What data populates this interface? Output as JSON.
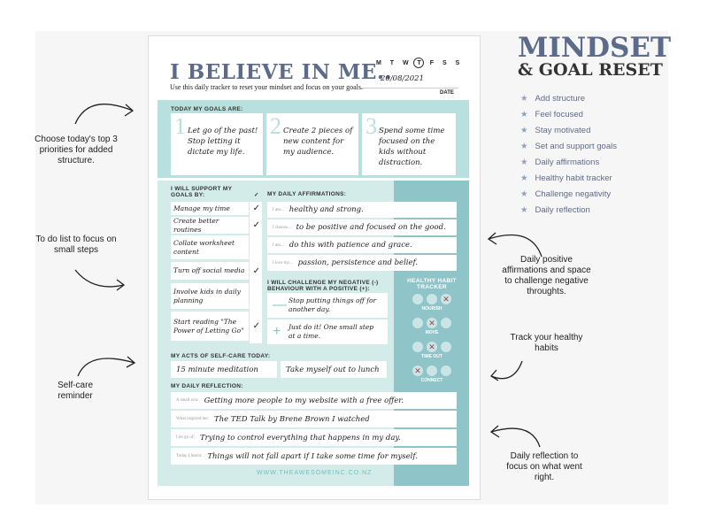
{
  "sheet": {
    "title": "I BELIEVE IN ME..",
    "subtitle": "Use this daily tracker to reset your mindset and focus on your goals.",
    "days": "M T W T F S S",
    "selected_day": "F",
    "date": "20/08/2021",
    "date_label": "DATE",
    "goals_label": "TODAY MY GOALS ARE:",
    "goals": [
      {
        "n": "1",
        "text": "Let go of the past! Stop letting it dictate my life."
      },
      {
        "n": "2",
        "text": "Create 2 pieces of new content for my audience."
      },
      {
        "n": "3",
        "text": "Spend some time focused on the kids without distraction."
      }
    ],
    "support_label": "I WILL SUPPORT MY GOALS BY:",
    "check_header": "✓",
    "support": [
      {
        "text": "Manage my time",
        "check": "✓"
      },
      {
        "text": "Create better routines",
        "check": "✓"
      },
      {
        "text": "Collate worksheet content",
        "check": ""
      },
      {
        "text": "Turn off social media",
        "check": "✓"
      },
      {
        "text": "Involve kids in daily planning",
        "check": ""
      },
      {
        "text": "Start reading \"The Power of Letting Go\"",
        "check": "✓"
      }
    ],
    "affirm_label": "MY DAILY AFFIRMATIONS:",
    "affirmations": [
      {
        "prefix": "I am...",
        "text": "healthy and strong."
      },
      {
        "prefix": "I choose...",
        "text": "to be positive and focused on the good."
      },
      {
        "prefix": "I am...",
        "text": "do this with patience and grace."
      },
      {
        "prefix": "I love my...",
        "text": "passion, persistence and belief."
      }
    ],
    "challenge_label": "I WILL CHALLENGE MY NEGATIVE (-) BEHAVIOUR WITH A POSITIVE (+):",
    "challenge": [
      {
        "sign": "—",
        "text": "Stop putting things off for another day."
      },
      {
        "sign": "+",
        "text": "Just do it! One small step at a time."
      }
    ],
    "habit_label": "HEALTHY HABIT TRACKER",
    "habits": [
      {
        "name": "NOURISH",
        "marks": [
          "",
          "",
          "✕"
        ]
      },
      {
        "name": "MOVE",
        "marks": [
          "",
          "✕",
          ""
        ]
      },
      {
        "name": "TIME OUT",
        "marks": [
          "",
          "✕",
          ""
        ]
      },
      {
        "name": "CONNECT",
        "marks": [
          "✕",
          "",
          ""
        ]
      }
    ],
    "selfcare_label": "MY ACTS OF SELF-CARE TODAY:",
    "selfcare": [
      "15 minute meditation",
      "Take myself out to lunch"
    ],
    "reflection_label": "MY DAILY REFLECTION:",
    "reflections": [
      {
        "prefix": "A small win:",
        "text": "Getting more people to my website with a free offer."
      },
      {
        "prefix": "What inspired me:",
        "text": "The TED Talk by Brene Brown I watched"
      },
      {
        "prefix": "I let go of:",
        "text": "Trying to control everything that happens in my day."
      },
      {
        "prefix": "Today I learnt:",
        "text": "Things will not fall apart if I take some time for myself."
      }
    ],
    "website": "WWW.THEAWESOMEINC.CO.NZ"
  },
  "promo": {
    "title1": "MINDSET",
    "title2": "& GOAL RESET",
    "features": [
      "Add structure",
      "Feel focused",
      "Stay motivated",
      "Set and support goals",
      "Daily affirmations",
      "Healthy habit tracker",
      "Challenge negativity",
      "Daily reflection"
    ]
  },
  "annotations": {
    "left": [
      "Choose today's top 3 priorities for added structure.",
      "To do list to focus on small steps",
      "Self-care reminder"
    ],
    "right": [
      "Daily positive affirmations and space to challenge negative throughts.",
      "Track your healthy habits",
      "Daily reflection to focus on what went right."
    ]
  },
  "colors": {
    "navy": "#5d6b8a",
    "teal": "#b8e0de",
    "dark_teal": "#8fc4c9"
  }
}
